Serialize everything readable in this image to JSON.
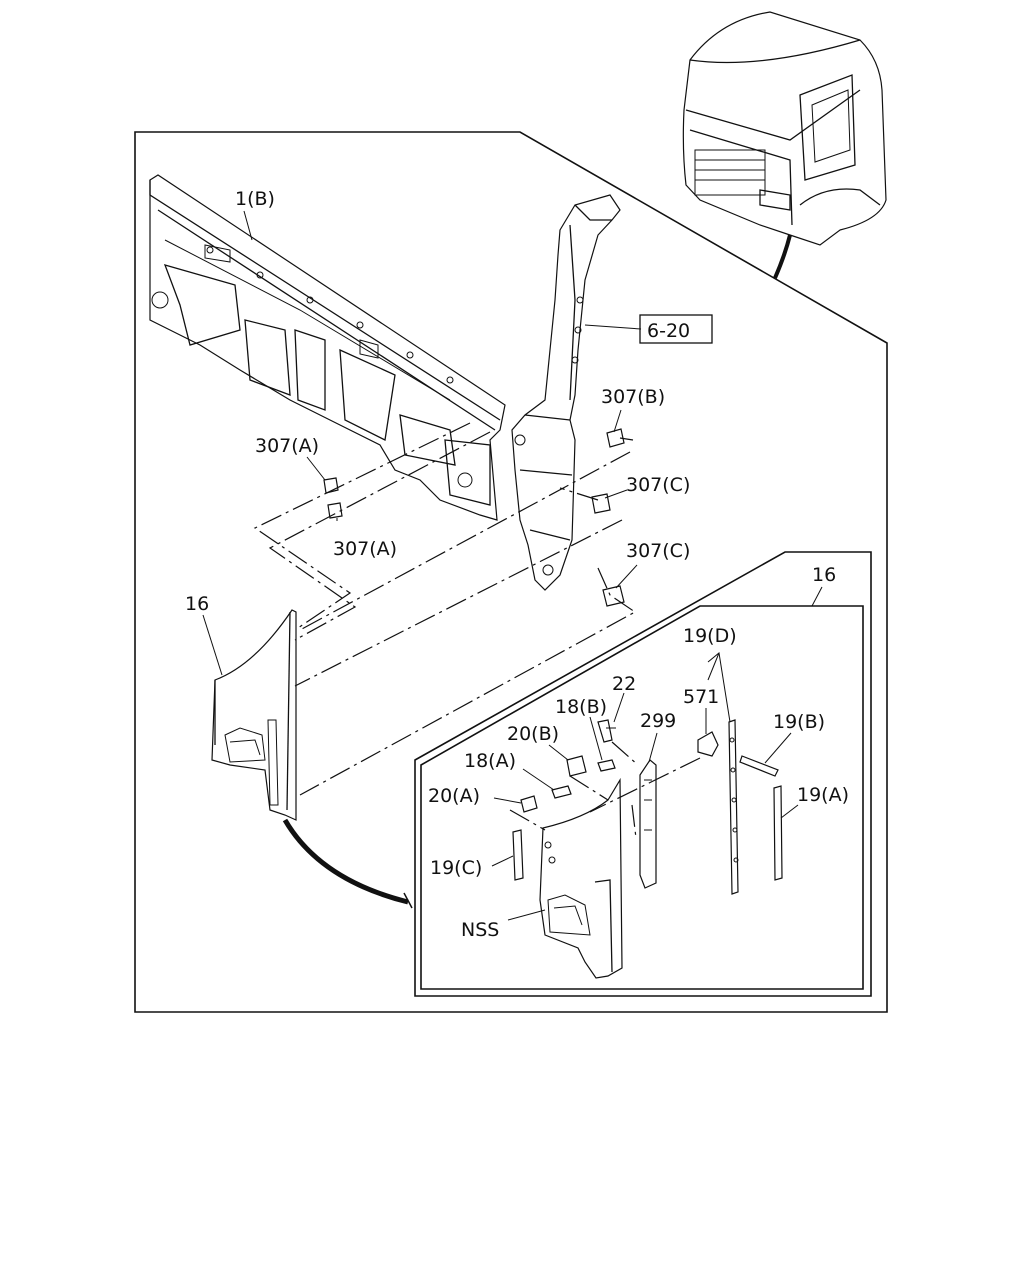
{
  "labels": {
    "l_1b": "1(B)",
    "l_6_20": "6-20",
    "l_307b": "307(B)",
    "l_307a_top": "307(A)",
    "l_307c_top": "307(C)",
    "l_307a_bot": "307(A)",
    "l_307c_bot": "307(C)",
    "l_16_main": "16",
    "l_16_inset": "16",
    "l_19d": "19(D)",
    "l_22": "22",
    "l_571": "571",
    "l_18b": "18(B)",
    "l_299": "299",
    "l_20b": "20(B)",
    "l_19b": "19(B)",
    "l_18a": "18(A)",
    "l_20a": "20(A)",
    "l_19a": "19(A)",
    "l_19c": "19(C)",
    "l_nss": "NSS"
  }
}
